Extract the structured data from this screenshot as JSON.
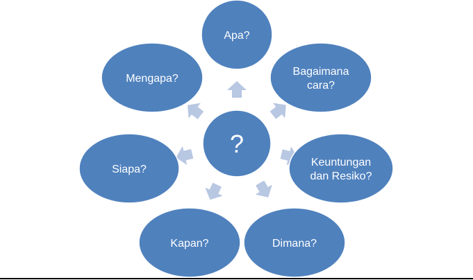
{
  "diagram": {
    "center": {
      "label": "?"
    },
    "nodes": [
      {
        "id": "apa",
        "lines": [
          "Apa?"
        ]
      },
      {
        "id": "bagaimana",
        "lines": [
          "Bagaimana",
          "cara?"
        ]
      },
      {
        "id": "keuntungan",
        "lines": [
          "Keuntungan",
          "dan Resiko?"
        ]
      },
      {
        "id": "dimana",
        "lines": [
          "Dimana?"
        ]
      },
      {
        "id": "kapan",
        "lines": [
          "Kapan?"
        ]
      },
      {
        "id": "siapa",
        "lines": [
          "Siapa?"
        ]
      },
      {
        "id": "mengapa",
        "lines": [
          "Mengapa?"
        ]
      }
    ]
  },
  "colors": {
    "node_fill": "#4f81bd",
    "node_stroke": "#ffffff",
    "arrow_fill": "#b8c7e2",
    "text": "#ffffff",
    "background": "#ffffff",
    "bottom_rule": "#000000"
  }
}
